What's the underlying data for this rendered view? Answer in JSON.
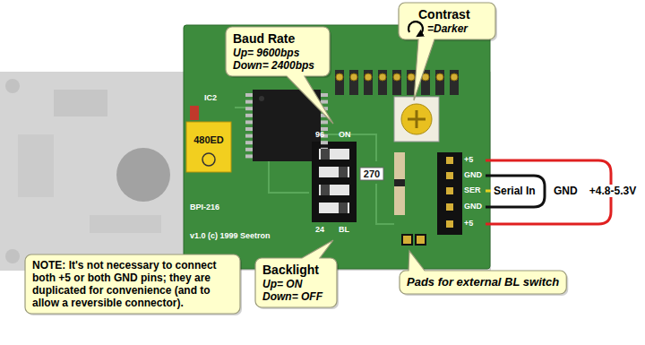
{
  "diagram": {
    "nodes": [
      {
        "text": [
          "Baud Rate",
          "Up= 9600bps Down= 2400bps"
        ]
      },
      {
        "text": [
          "Contrast",
          "=Darker"
        ]
      },
      {
        "text": [
          "NOTE: It's not necessary to connect both +5 or both GND pins; they are duplicated for convenience (and to allow a reversible connector)."
        ]
      },
      {
        "text": [
          "Backlight",
          "Up= ON Down= OFF"
        ]
      },
      {
        "text": [
          "Pads for external BL switch"
        ]
      }
    ],
    "labels": [
      "Serial In",
      "GND",
      "+4.8-5.3V",
      "+5",
      "GND",
      "SER",
      "GND",
      "+5",
      "96",
      "ON",
      "24",
      "BL",
      "BPI-216",
      "v1.0 (c) 1999 Seetron",
      "480ED",
      "270",
      "IC2"
    ]
  }
}
